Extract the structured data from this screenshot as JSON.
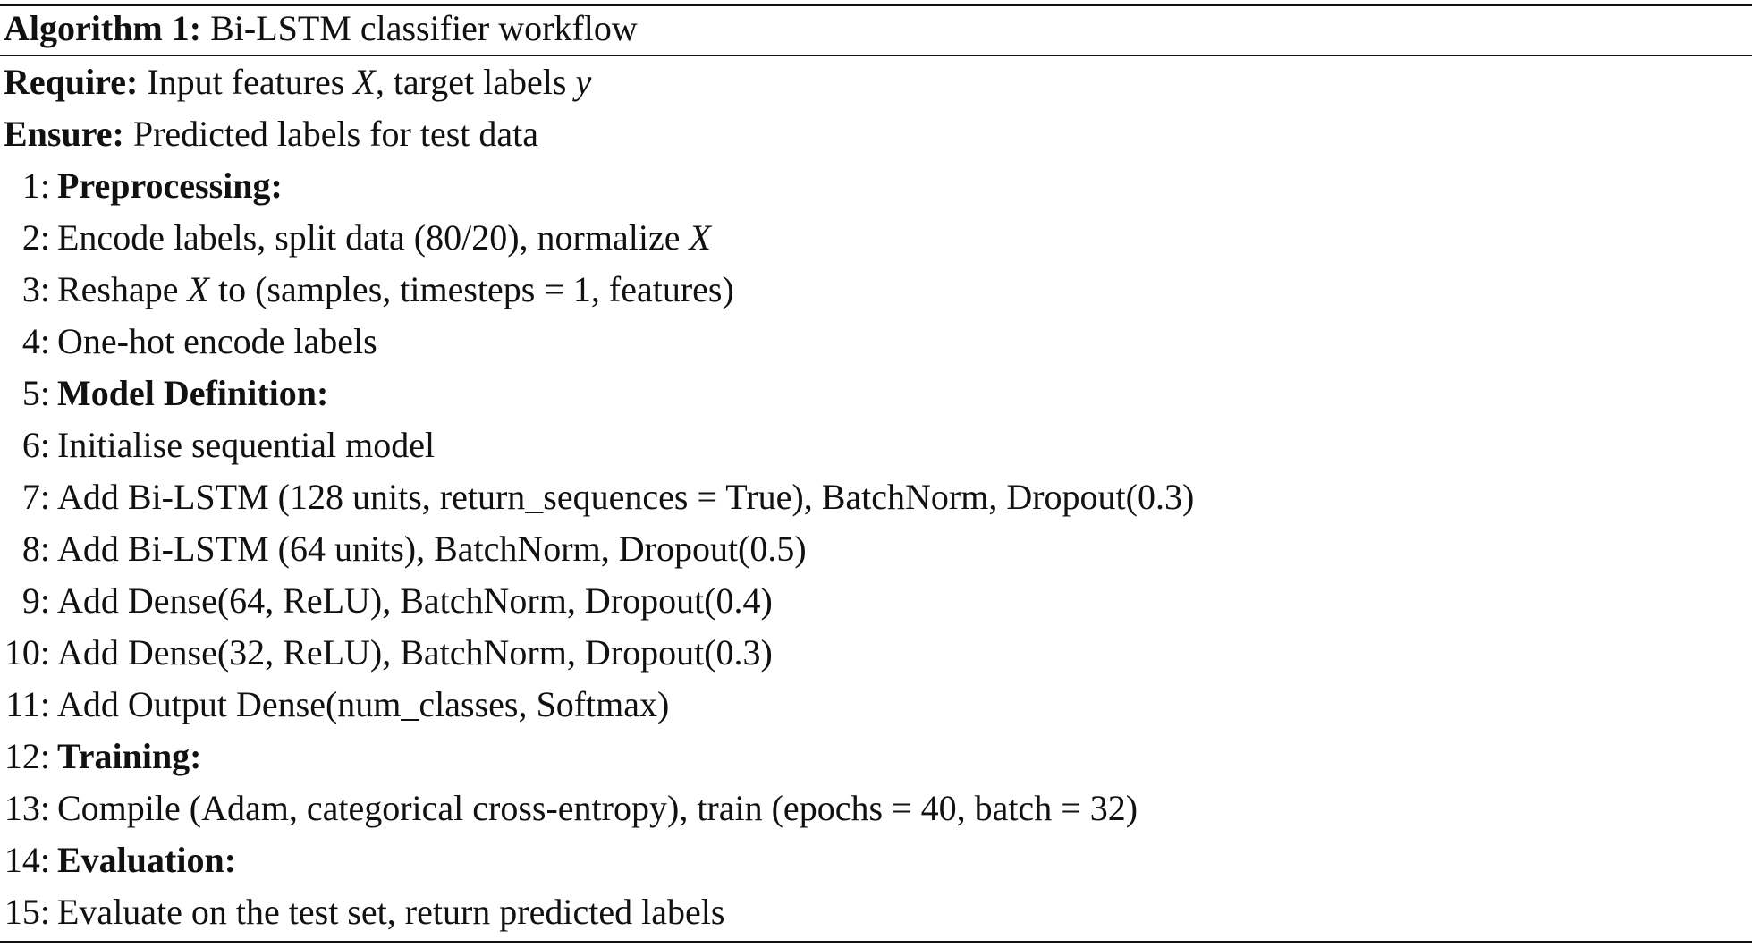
{
  "algorithm": {
    "caption_label": "Algorithm 1:",
    "caption_title": "Bi-LSTM classifier workflow",
    "require_label": "Require:",
    "require_text_a": "Input features ",
    "require_var_x": "X",
    "require_text_b": ", target labels ",
    "require_var_y": "y",
    "ensure_label": "Ensure:",
    "ensure_text": "Predicted labels for test data",
    "steps": [
      {
        "num": "1:",
        "parts": [
          {
            "t": "Preprocessing:",
            "s": "b"
          }
        ]
      },
      {
        "num": "2:",
        "parts": [
          {
            "t": "Encode labels, split data (80/20), normalize ",
            "s": ""
          },
          {
            "t": "X",
            "s": "i"
          }
        ]
      },
      {
        "num": "3:",
        "parts": [
          {
            "t": "Reshape ",
            "s": ""
          },
          {
            "t": "X",
            "s": "i"
          },
          {
            "t": " to (samples, timesteps = 1, features)",
            "s": ""
          }
        ]
      },
      {
        "num": "4:",
        "parts": [
          {
            "t": "One-hot encode labels",
            "s": ""
          }
        ]
      },
      {
        "num": "5:",
        "parts": [
          {
            "t": "Model Definition:",
            "s": "b"
          }
        ]
      },
      {
        "num": "6:",
        "parts": [
          {
            "t": "Initialise sequential model",
            "s": ""
          }
        ]
      },
      {
        "num": "7:",
        "parts": [
          {
            "t": "Add Bi-LSTM (128 units, return_sequences = True), BatchNorm, Dropout(0.3)",
            "s": ""
          }
        ]
      },
      {
        "num": "8:",
        "parts": [
          {
            "t": "Add Bi-LSTM (64 units), BatchNorm, Dropout(0.5)",
            "s": ""
          }
        ]
      },
      {
        "num": "9:",
        "parts": [
          {
            "t": "Add Dense(64, ReLU), BatchNorm, Dropout(0.4)",
            "s": ""
          }
        ]
      },
      {
        "num": "10:",
        "parts": [
          {
            "t": "Add Dense(32, ReLU), BatchNorm, Dropout(0.3)",
            "s": ""
          }
        ]
      },
      {
        "num": "11:",
        "parts": [
          {
            "t": "Add Output Dense(num_classes, Softmax)",
            "s": ""
          }
        ]
      },
      {
        "num": "12:",
        "parts": [
          {
            "t": "Training:",
            "s": "b"
          }
        ]
      },
      {
        "num": "13:",
        "parts": [
          {
            "t": "Compile (Adam, categorical cross-entropy), train (epochs = 40, batch = 32)",
            "s": ""
          }
        ]
      },
      {
        "num": "14:",
        "parts": [
          {
            "t": "Evaluation:",
            "s": "b"
          }
        ]
      },
      {
        "num": "15:",
        "parts": [
          {
            "t": "Evaluate on the test set, return predicted labels",
            "s": ""
          }
        ]
      }
    ]
  }
}
